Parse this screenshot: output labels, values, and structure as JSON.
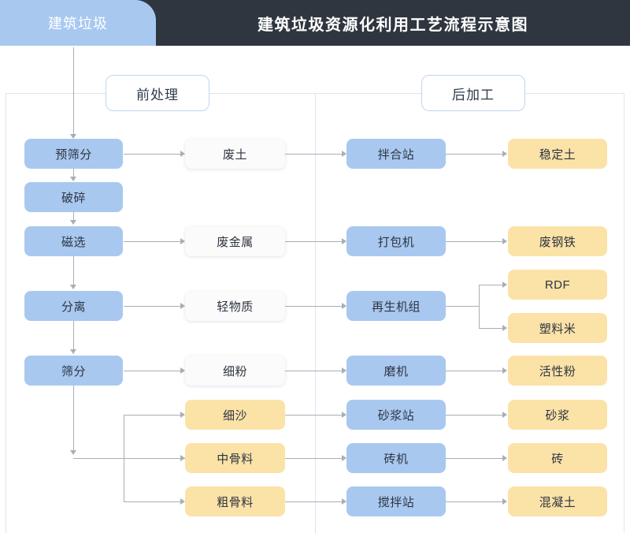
{
  "header": {
    "tab_label": "建筑垃圾",
    "title": "建筑垃圾资源化利用工艺流程示意图",
    "tab_color": "#a8c8f0",
    "bar_color": "#2f3640"
  },
  "sections": {
    "pre_label": "前处理",
    "post_label": "后加工"
  },
  "colors": {
    "blue": "#a8c8f0",
    "yellow": "#fbe2a7",
    "white": "#fbfbfb",
    "line": "#a9aeb5",
    "panel_border": "#e2e2ef"
  },
  "nodes": {
    "process": [
      {
        "id": "pre-screen",
        "label": "预筛分"
      },
      {
        "id": "crush",
        "label": "破碎"
      },
      {
        "id": "magnetic",
        "label": "磁选"
      },
      {
        "id": "separate",
        "label": "分离"
      },
      {
        "id": "screen",
        "label": "筛分"
      }
    ],
    "intermediate": [
      {
        "id": "waste-soil",
        "label": "废土"
      },
      {
        "id": "waste-metal",
        "label": "废金属"
      },
      {
        "id": "light-material",
        "label": "轻物质"
      },
      {
        "id": "fine-powder",
        "label": "细粉"
      },
      {
        "id": "fine-sand",
        "label": "细沙"
      },
      {
        "id": "medium-aggregate",
        "label": "中骨料"
      },
      {
        "id": "coarse-aggregate",
        "label": "粗骨料"
      }
    ],
    "equipment": [
      {
        "id": "mixing-station",
        "label": "拌合站"
      },
      {
        "id": "baler",
        "label": "打包机"
      },
      {
        "id": "recycling-unit",
        "label": "再生机组"
      },
      {
        "id": "mill",
        "label": "磨机"
      },
      {
        "id": "mortar-station",
        "label": "砂浆站"
      },
      {
        "id": "brick-machine",
        "label": "砖机"
      },
      {
        "id": "concrete-station",
        "label": "搅拌站"
      }
    ],
    "product": [
      {
        "id": "stabilized-soil",
        "label": "稳定土"
      },
      {
        "id": "scrap-steel",
        "label": "废钢铁"
      },
      {
        "id": "rdf",
        "label": "RDF"
      },
      {
        "id": "plastic-pellets",
        "label": "塑料米"
      },
      {
        "id": "active-powder",
        "label": "活性粉"
      },
      {
        "id": "mortar",
        "label": "砂浆"
      },
      {
        "id": "brick",
        "label": "砖"
      },
      {
        "id": "concrete",
        "label": "混凝土"
      }
    ]
  }
}
